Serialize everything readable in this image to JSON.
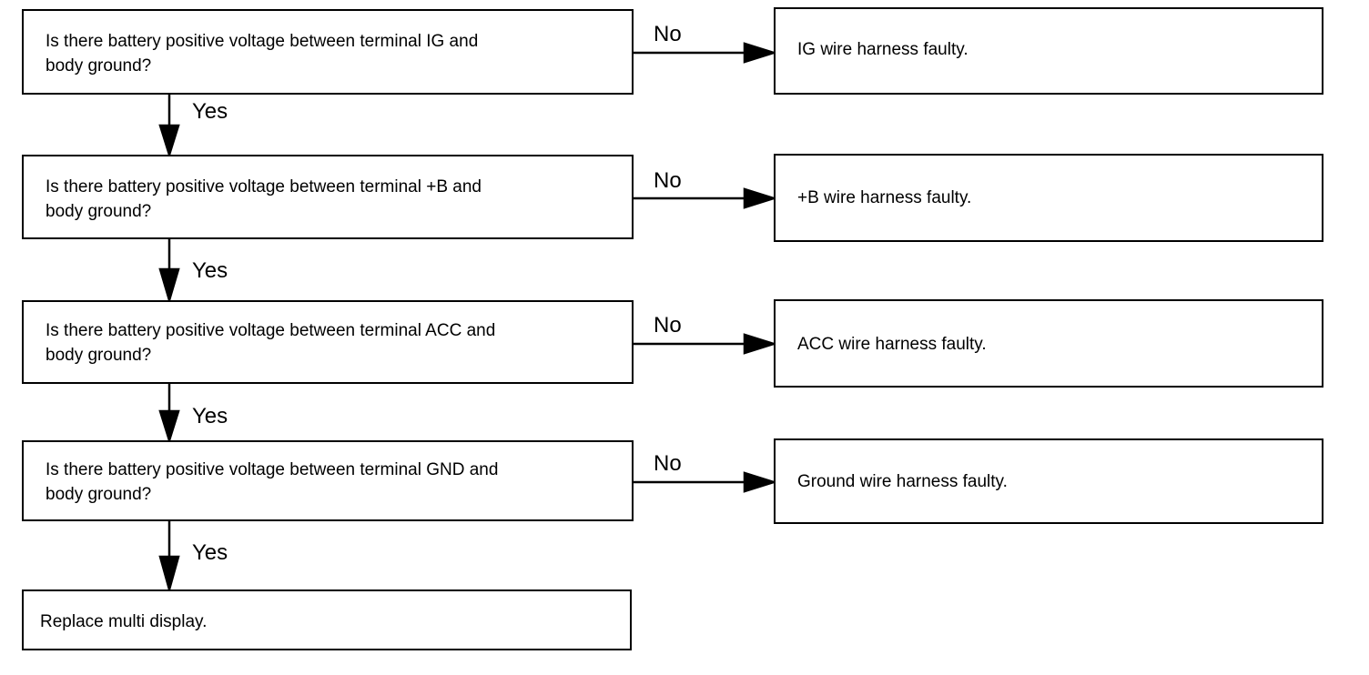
{
  "steps": [
    {
      "question": "Is there battery positive voltage between terminal IG and\nbody ground?",
      "no_result": "IG wire harness faulty."
    },
    {
      "question": "Is there battery positive voltage between terminal +B and\nbody ground?",
      "no_result": "+B wire harness faulty."
    },
    {
      "question": "Is there battery positive voltage between terminal ACC and\nbody ground?",
      "no_result": "ACC wire harness faulty."
    },
    {
      "question": "Is there battery positive voltage between terminal GND and\nbody ground?",
      "no_result": "Ground wire harness faulty."
    }
  ],
  "final_action": "Replace multi display.",
  "labels": {
    "yes": "Yes",
    "no": "No"
  }
}
